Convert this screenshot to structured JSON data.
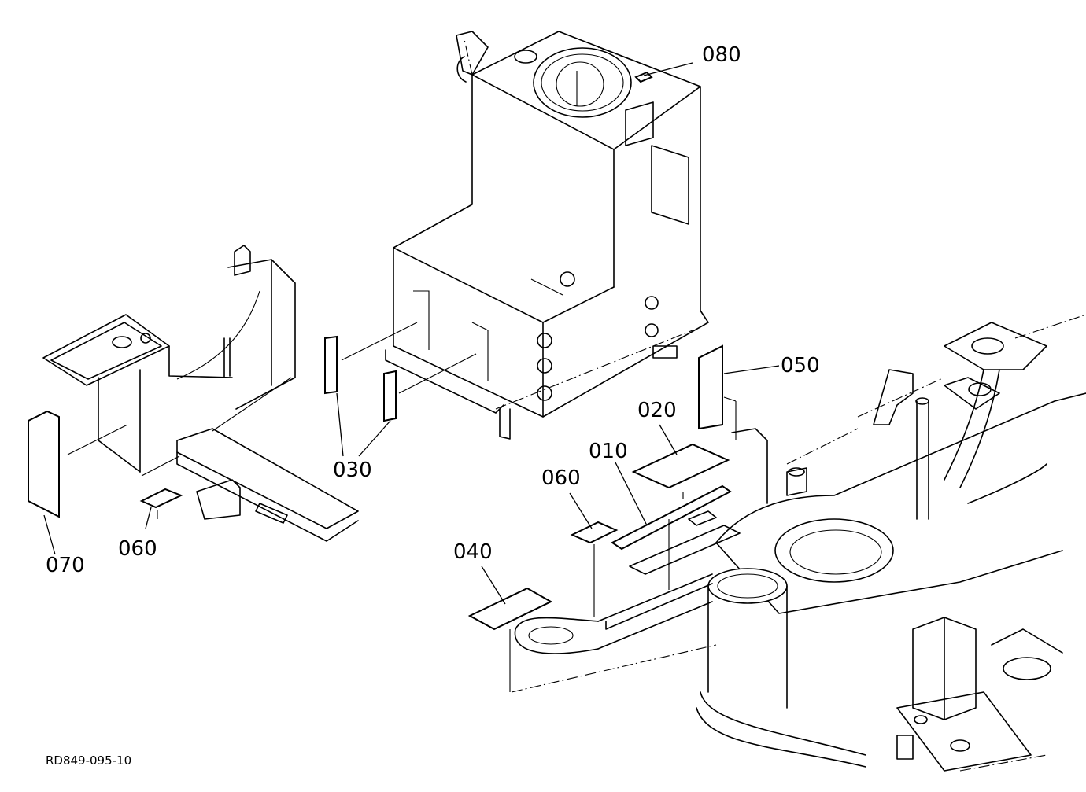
{
  "diagram": {
    "reference_code": "RD849-095-10",
    "callouts": [
      {
        "id": "c080",
        "label": "080"
      },
      {
        "id": "c050",
        "label": "050"
      },
      {
        "id": "c020",
        "label": "020"
      },
      {
        "id": "c010",
        "label": "010"
      },
      {
        "id": "c060a",
        "label": "060"
      },
      {
        "id": "c060b",
        "label": "060"
      },
      {
        "id": "c040",
        "label": "040"
      },
      {
        "id": "c030",
        "label": "030"
      },
      {
        "id": "c070",
        "label": "070"
      }
    ]
  }
}
